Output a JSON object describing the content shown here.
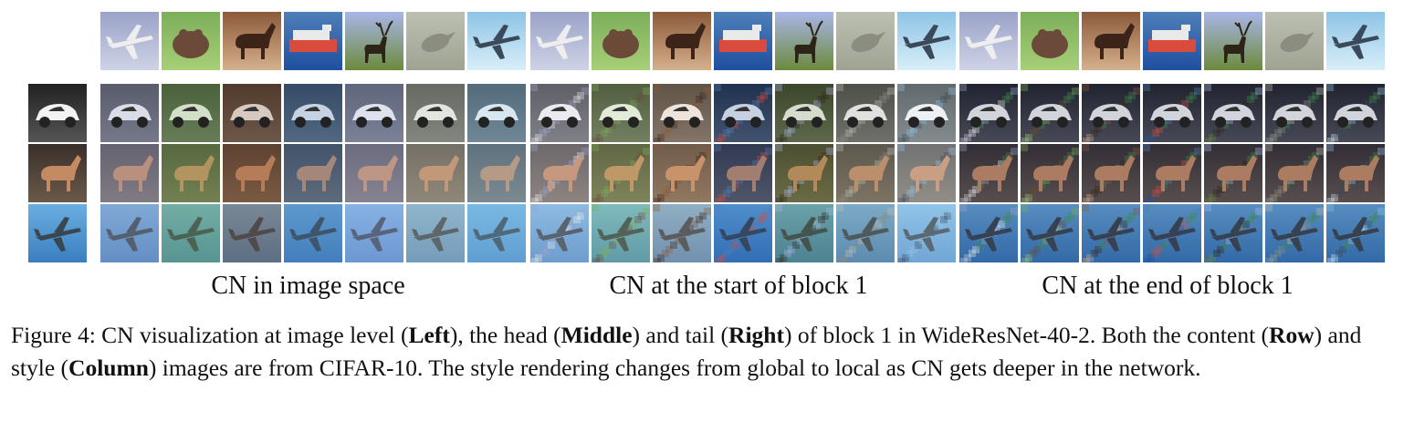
{
  "figure": {
    "panels": [
      {
        "key": "image",
        "label": "CN in image space"
      },
      {
        "key": "start",
        "label": "CN at the start of block 1"
      },
      {
        "key": "end",
        "label": "CN at the end of block 1"
      }
    ],
    "caption": {
      "t1": "Figure 4: CN visualization at image level (",
      "b1": "Left",
      "t2": "), the head (",
      "b2": "Middle",
      "t3": ") and tail (",
      "b3": "Right",
      "t4": ") of block 1 in WideResNet-40-2. Both the content (",
      "b4": "Row",
      "t5": ") and style (",
      "b5": "Column",
      "t6": ") images are from CIFAR-10. The style rendering changes from global to local as CN gets deeper in the network."
    }
  },
  "images": {
    "styles": [
      {
        "subject": "airplane",
        "bg_top": "#9aa2c8",
        "bg_bottom": "#cfd3e6",
        "fg": "#eeeeee"
      },
      {
        "subject": "frog",
        "bg_top": "#7cae5a",
        "bg_bottom": "#a7cf78",
        "fg": "#6b4a3a"
      },
      {
        "subject": "horse",
        "bg_top": "#8b5a3a",
        "bg_bottom": "#d6b08c",
        "fg": "#3d2418"
      },
      {
        "subject": "ship",
        "bg_top": "#4e7fb8",
        "bg_bottom": "#1f4fa0",
        "fg": "#d94b3c"
      },
      {
        "subject": "deer",
        "bg_top": "#a9b6e8",
        "bg_bottom": "#6c8a3c",
        "fg": "#2d2418"
      },
      {
        "subject": "bird",
        "bg_top": "#bcc0b2",
        "bg_bottom": "#9ea392",
        "fg": "#8a8d80"
      },
      {
        "subject": "airplane",
        "bg_top": "#8ec4e6",
        "bg_bottom": "#d8eef8",
        "fg": "#3a4a5a"
      }
    ],
    "contents": [
      {
        "subject": "car",
        "bg_top": "#222222",
        "bg_bottom": "#555555",
        "fg": "#f2f2f2"
      },
      {
        "subject": "horse",
        "bg_top": "#3a2f2a",
        "bg_bottom": "#6a5a4a",
        "fg": "#c48a62"
      },
      {
        "subject": "airplane",
        "bg_top": "#6aaee0",
        "bg_bottom": "#3a7ec0",
        "fg": "#3a4650"
      }
    ]
  }
}
